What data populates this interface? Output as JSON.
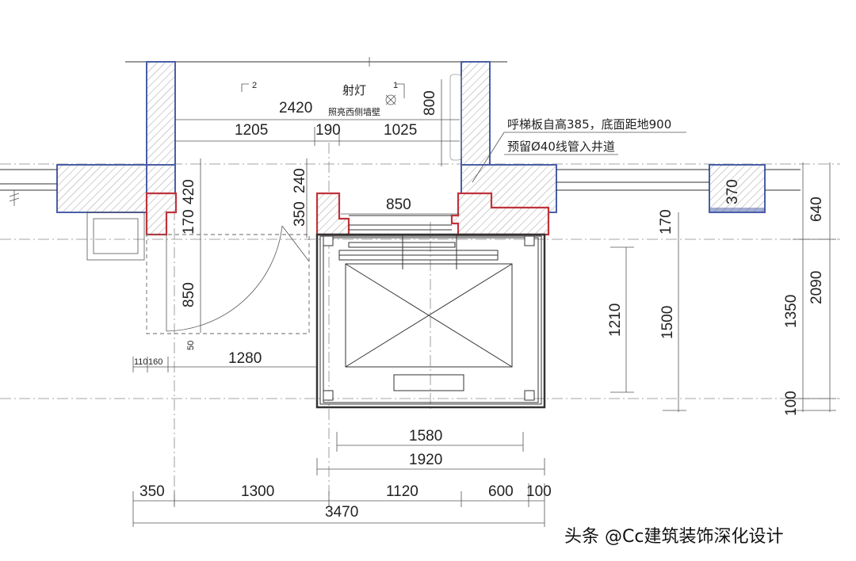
{
  "labels": {
    "spotlight": "射灯",
    "spotlight_note": "照亮西侧墙壁",
    "call_panel_note": "呼梯板自高385，底面距地900",
    "conduit_note": "预留Ø40线管入井道"
  },
  "dims": {
    "d2420": "2420",
    "d800": "800",
    "d1205": "1205",
    "d190": "190",
    "d1025": "1025",
    "d240": "240",
    "d420": "420",
    "d350": "350",
    "d170a": "170",
    "d850a": "850",
    "d850b": "850",
    "d370": "370",
    "d640": "640",
    "d170b": "170",
    "d1210": "1210",
    "d1500": "1500",
    "d1350": "1350",
    "d2090": "2090",
    "d100v": "100",
    "d110": "110",
    "d160": "160",
    "d50": "50",
    "d1280": "1280",
    "d1580": "1580",
    "d1920": "1920",
    "d350b": "350",
    "d1300": "1300",
    "d1120": "1120",
    "d600": "600",
    "d100h": "100",
    "d3470": "3470"
  },
  "marks": {
    "m2": "2",
    "m1": "1"
  },
  "watermark": "头条 @Cc建筑装饰深化设计",
  "colors": {
    "wall_outline": "#4a5ea8",
    "new_wall": "#c0333a"
  }
}
